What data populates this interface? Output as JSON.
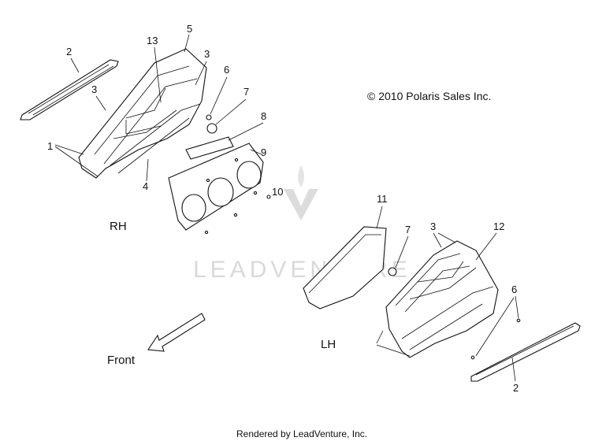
{
  "copyright": "© 2010 Polaris Sales Inc.",
  "watermark": "LEADVENTURE",
  "footer": "Rendered by LeadVenture, Inc.",
  "side_labels": {
    "rh": "RH",
    "lh": "LH",
    "front": "Front"
  },
  "callouts": {
    "rh": [
      "1",
      "2",
      "3",
      "3",
      "4",
      "5",
      "6",
      "7",
      "8",
      "9",
      "10",
      "13"
    ],
    "lh": [
      "2",
      "3",
      "6",
      "7",
      "11",
      "12"
    ]
  }
}
